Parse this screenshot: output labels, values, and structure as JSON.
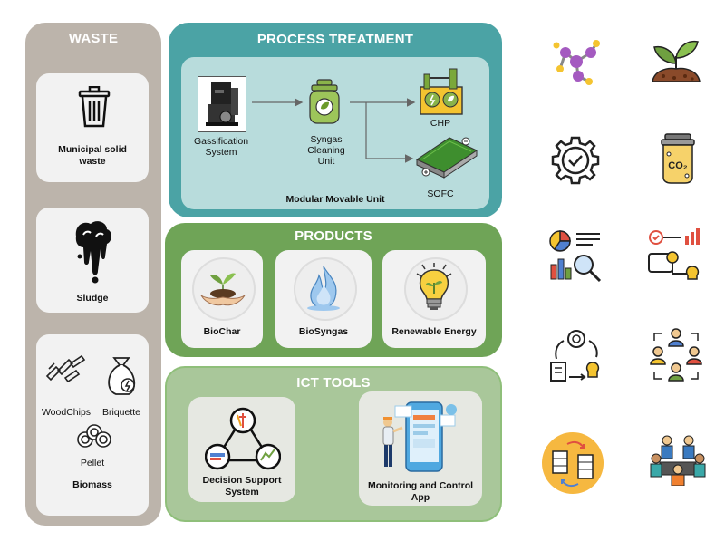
{
  "waste": {
    "title": "WASTE",
    "msw_label": "Municipal solid waste",
    "sludge_label": "Sludge",
    "woodchips_label": "WoodChips",
    "briquette_label": "Briquette",
    "pellet_label": "Pellet",
    "biomass_label": "Biomass"
  },
  "process": {
    "title": "PROCESS TREATMENT",
    "gasification_label": "Gassification System",
    "cleaning_label": "Syngas Cleaning Unit",
    "chp_label": "CHP",
    "sofc_label": "SOFC",
    "unit_label": "Modular Movable Unit"
  },
  "products": {
    "title": "PRODUCTS",
    "biochar_label": "BioChar",
    "biosyngas_label": "BioSyngas",
    "energy_label": "Renewable Energy"
  },
  "ict": {
    "title": "ICT TOOLS",
    "dss_label": "Decision Support System",
    "app_label": "Monitoring and Control App"
  },
  "colors": {
    "waste_bg": "#bcb4ab",
    "process_bg": "#4ba3a5",
    "process_inner": "#b8dcdc",
    "products_bg": "#6fa457",
    "ict_bg": "#a9c79a"
  }
}
